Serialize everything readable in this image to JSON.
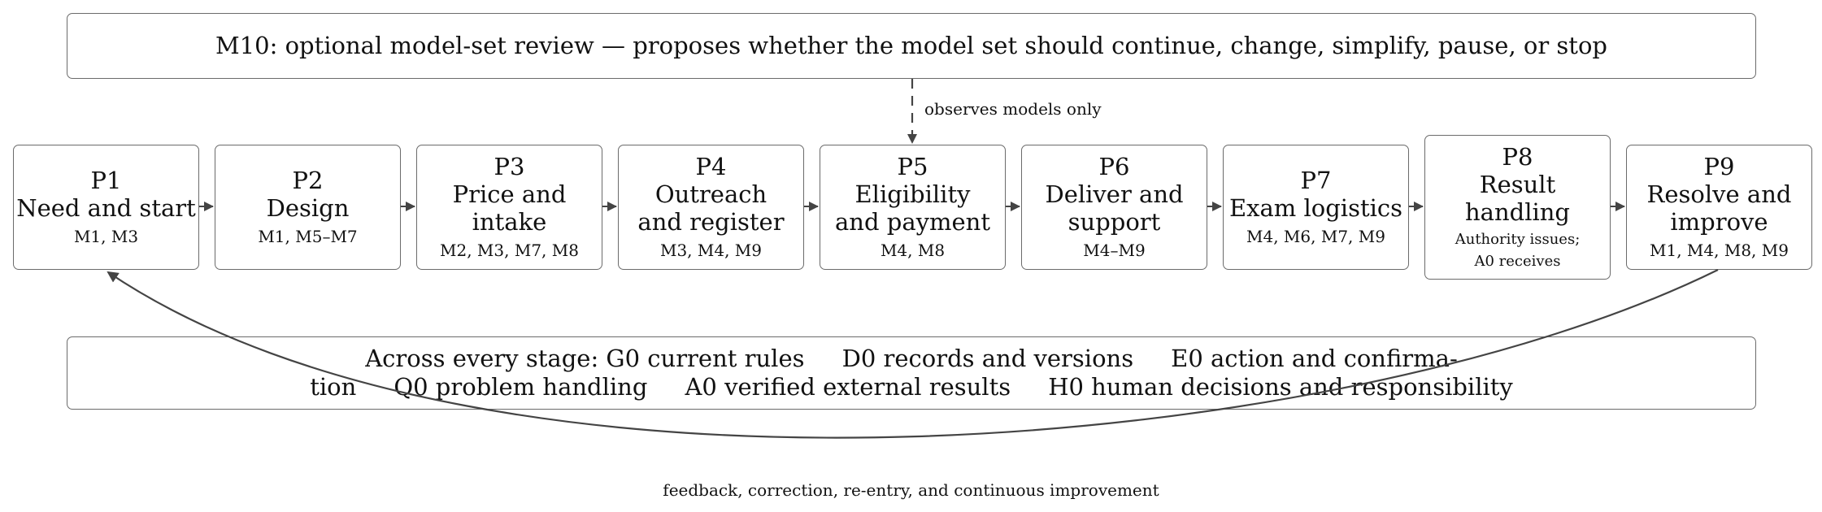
{
  "review": {
    "text": "M10: optional model-set review — proposes whether the model set should continue, change, simplify, pause, or stop",
    "observes_label": "observes models only"
  },
  "stages": [
    {
      "id": "P1",
      "title": "Need and start",
      "models": "M1, M3"
    },
    {
      "id": "P2",
      "title": "Design",
      "models": "M1, M5–M7"
    },
    {
      "id": "P3",
      "title": "Price and intake",
      "models": "M2, M3, M7, M8"
    },
    {
      "id": "P4",
      "title": "Outreach and register",
      "models": "M3, M4, M9"
    },
    {
      "id": "P5",
      "title": "Eligibility and payment",
      "models": "M4, M8"
    },
    {
      "id": "P6",
      "title": "Deliver and support",
      "models": "M4–M9"
    },
    {
      "id": "P7",
      "title": "Exam logistics",
      "models": "M4, M6, M7, M9"
    },
    {
      "id": "P8",
      "title": "Result handling",
      "note_line1": "Authority issues;",
      "note_line2": "A0 receives"
    },
    {
      "id": "P9",
      "title": "Resolve and improve",
      "models": "M1, M4, M8, M9"
    }
  ],
  "cross_cutting": {
    "line1": "Across every stage: G0 current rules     D0 records and versions     E0 action and confirma-",
    "line2": "tion     Q0 problem handling     A0 verified external results     H0 human decisions and responsibility"
  },
  "feedback_label": "feedback, correction, re-entry, and continuous improvement",
  "colors": {
    "border": "#6b6b6b",
    "arrow": "#444444"
  }
}
